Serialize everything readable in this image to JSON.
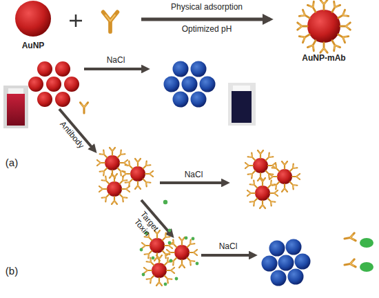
{
  "diagram": {
    "nodes": [
      {
        "text": [
          "AuNP"
        ]
      },
      {
        "text": [
          "AuNP-mAb"
        ]
      }
    ],
    "labels": [
      "Physical adsorption",
      "Optimized pH",
      "NaCl",
      "Antibody",
      "(a)",
      "NaCl",
      "Target Toxin",
      "NaCl",
      "(b)"
    ]
  }
}
